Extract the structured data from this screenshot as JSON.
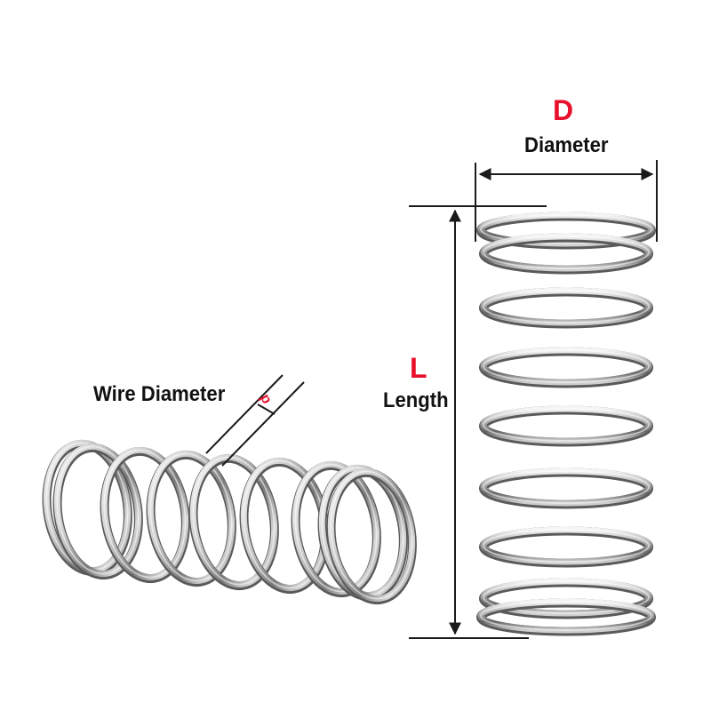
{
  "labels": {
    "d_symbol": "D",
    "d_text": "Diameter",
    "l_symbol": "L",
    "l_text": "Length",
    "wire_text": "Wire Diameter",
    "wire_symbol": "d"
  },
  "colors": {
    "symbol": "#e8102c",
    "text": "#111111",
    "dimension_line": "#1a1a1a",
    "steel_light": "#f4f4f4",
    "steel_mid": "#b8b8b8",
    "steel_dark": "#6e6e6e"
  },
  "objects": {
    "horizontal_spring": "compression-spring-side-view",
    "vertical_spring": "compression-spring-front-view"
  }
}
